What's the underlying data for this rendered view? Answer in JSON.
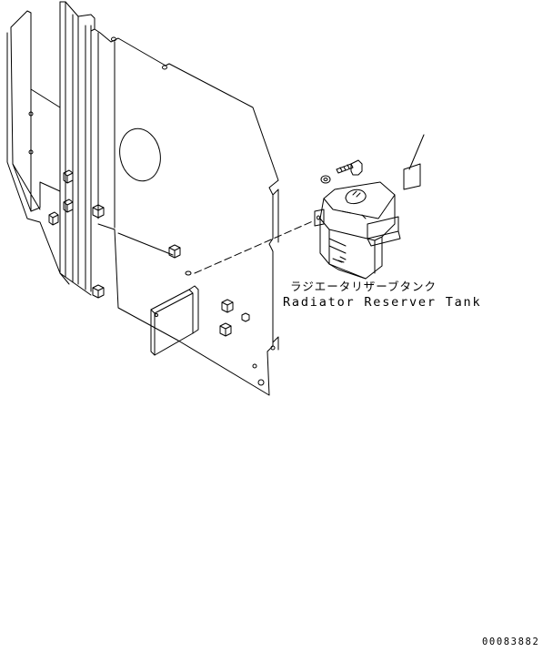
{
  "part_label": {
    "japanese": "ラジエータリザーブタンク",
    "english": "Radiator Reserver Tank"
  },
  "drawing_number": "00083882",
  "colors": {
    "line": "#000000",
    "background": "#ffffff"
  }
}
